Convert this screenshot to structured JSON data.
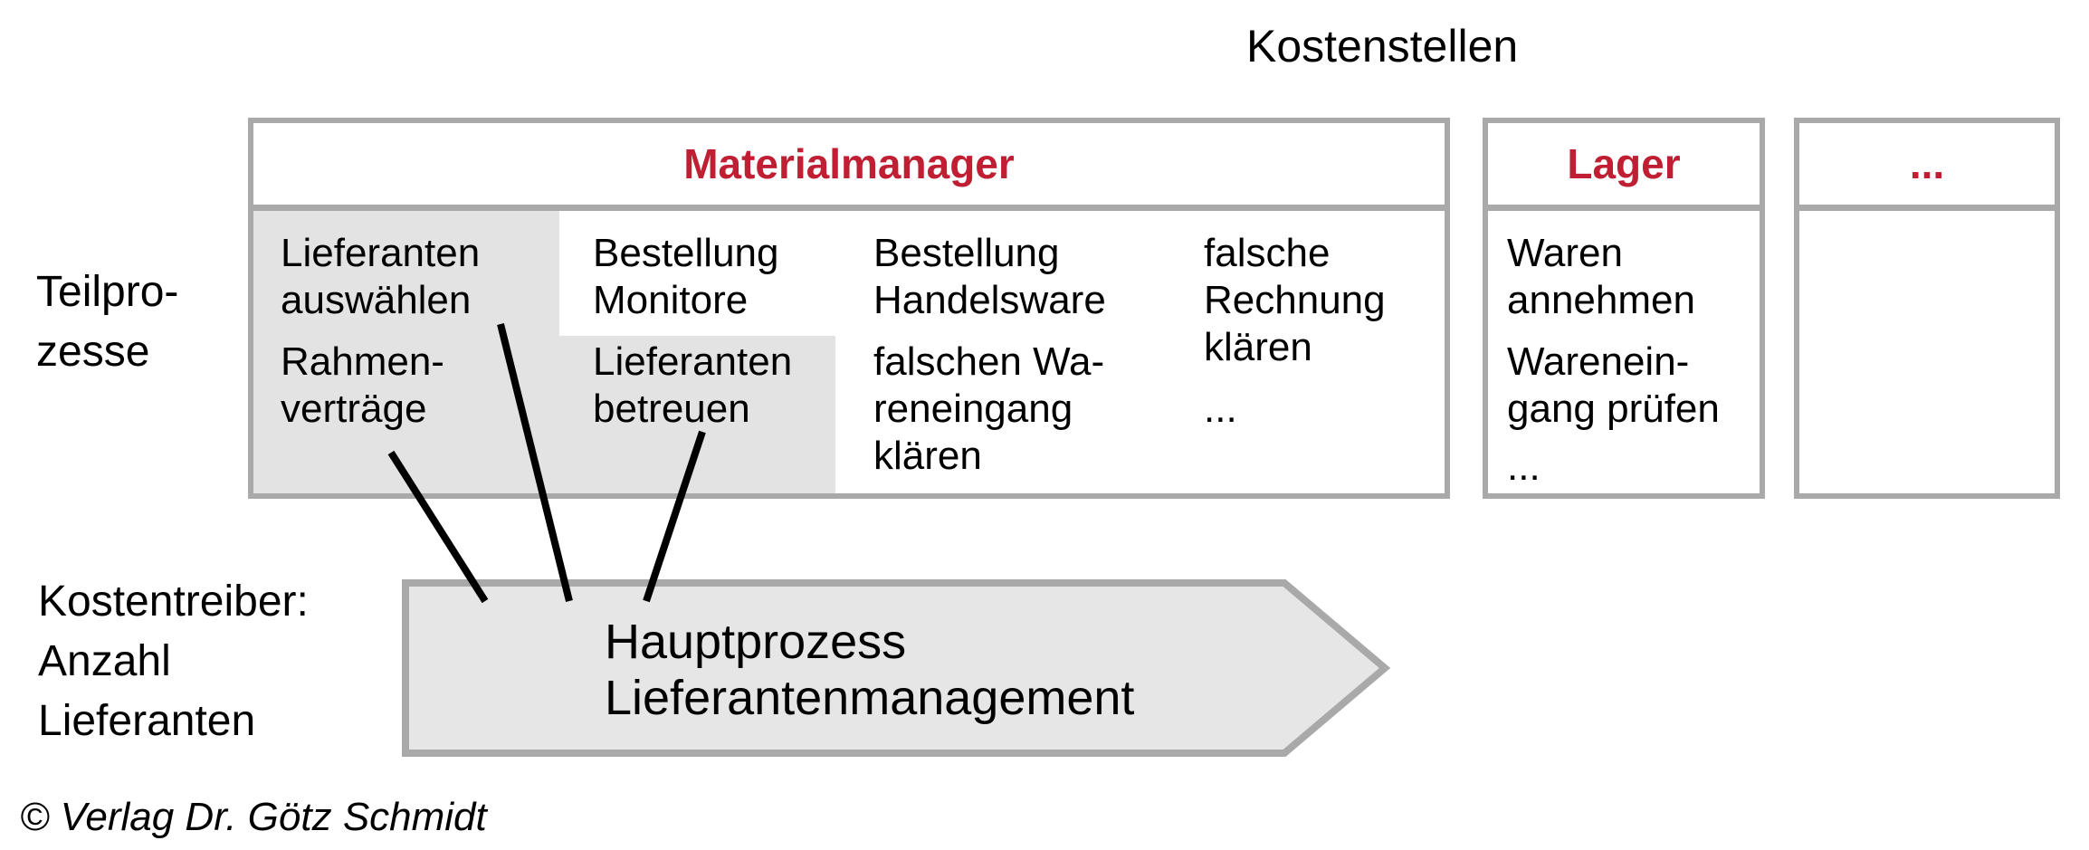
{
  "title": "Kostenstellen",
  "labels": {
    "left_top": "Teilpro-\nzesse",
    "left_bottom": "Kostentreiber:\nAnzahl\nLieferanten",
    "copyright": "© Verlag Dr. Götz Schmidt"
  },
  "tables": {
    "materialmanager": {
      "header": "Materialmanager",
      "cells": {
        "c1a": "Lieferanten\nauswählen",
        "c1b": "Rahmen-\nverträge",
        "c2a": "Bestellung\nMonitore",
        "c2b": "Lieferanten\nbetreuen",
        "c3a": "Bestellung\nHandelsware",
        "c3b": "falschen Wa-\nreneingang\nklären",
        "c4a": "falsche\nRechnung\nklären",
        "c4b": "..."
      }
    },
    "lager": {
      "header": "Lager",
      "cells": {
        "c1a": "Waren\nannehmen",
        "c1b": "Warenein-\ngang prüfen",
        "c1c": "..."
      }
    },
    "more": {
      "header": "..."
    }
  },
  "arrow": {
    "label": "Hauptprozess\nLieferantenmanagement"
  },
  "colors": {
    "accent_red": "#c01f33",
    "border_gray": "#a9a9a9",
    "cell_gray": "#e3e3e3",
    "arrow_gray": "#e6e6e6",
    "line_black": "#000000"
  }
}
